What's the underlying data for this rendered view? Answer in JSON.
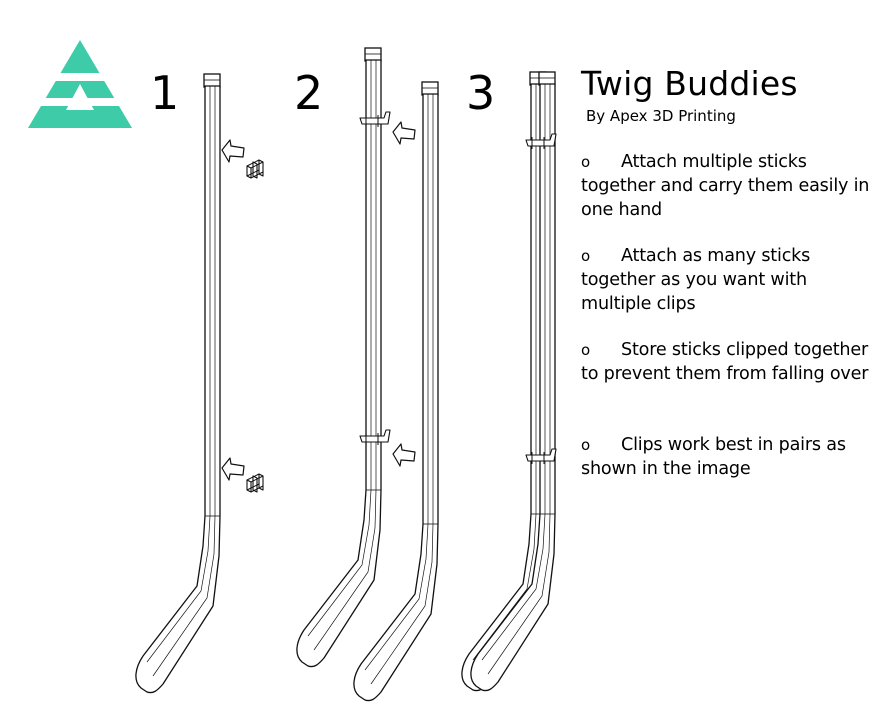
{
  "brand": {
    "logo_color": "#3ecba8",
    "logo_icon": "apex-triangle-logo-icon"
  },
  "steps": [
    "1",
    "2",
    "3"
  ],
  "title": "Twig Buddies",
  "subtitle": "By Apex 3D Printing",
  "bullet_symbol": "o",
  "features": [
    "Attach multiple sticks together and carry them easily in one hand",
    "Attach as many sticks together as you want with multiple clips",
    "Store sticks clipped together to prevent them from falling over",
    "Clips work best in pairs as shown in the image"
  ]
}
